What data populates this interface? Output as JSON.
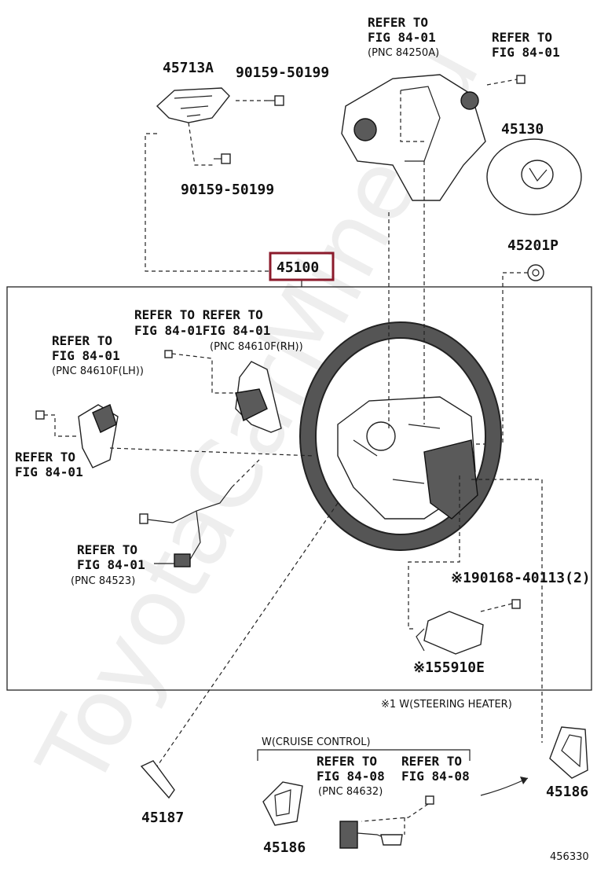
{
  "parts": {
    "p45713A": "45713A",
    "p90159_top": "90159-50199",
    "p90159_bot": "90159-50199",
    "p45130": "45130",
    "p45201P": "45201P",
    "p45100": "45100",
    "p90168": "※190168-40113(2)",
    "p55910E": "※155910E",
    "p45187": "45187",
    "p45186_left": "45186",
    "p45186_right": "45186"
  },
  "refs": {
    "refer_to": "REFER TO",
    "fig_84_01": "FIG 84-01",
    "fig_84_08": "FIG 84-08",
    "fig_84_01_merged": "FIG 84-01FIG 84-01",
    "refer_to_merged": "REFER TO REFER TO",
    "pnc_84250A": "(PNC 84250A)",
    "pnc_84610F_lh": "(PNC 84610F(LH))",
    "pnc_84610F_rh": "(PNC 84610F(RH))",
    "pnc_84523": "(PNC 84523)",
    "pnc_84632": "(PNC 84632)"
  },
  "notes": {
    "steering_heater": "※1 W(STEERING HEATER)",
    "cruise_control": "W(CRUISE CONTROL)",
    "figure_number": "456330",
    "watermark": "ToyotaCarMine.ru"
  }
}
